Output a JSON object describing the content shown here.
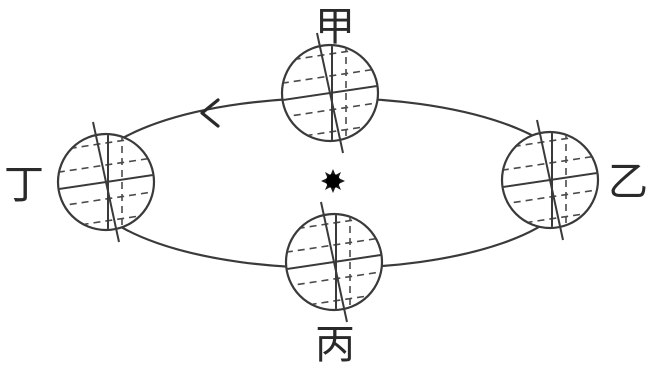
{
  "diagram": {
    "positions": [
      {
        "id": "jia",
        "label": "甲"
      },
      {
        "id": "yi",
        "label": "乙"
      },
      {
        "id": "bing",
        "label": "丙"
      },
      {
        "id": "ding",
        "label": "丁"
      }
    ],
    "orbit_direction": "counterclockwise",
    "center_body": "sun-icon"
  }
}
